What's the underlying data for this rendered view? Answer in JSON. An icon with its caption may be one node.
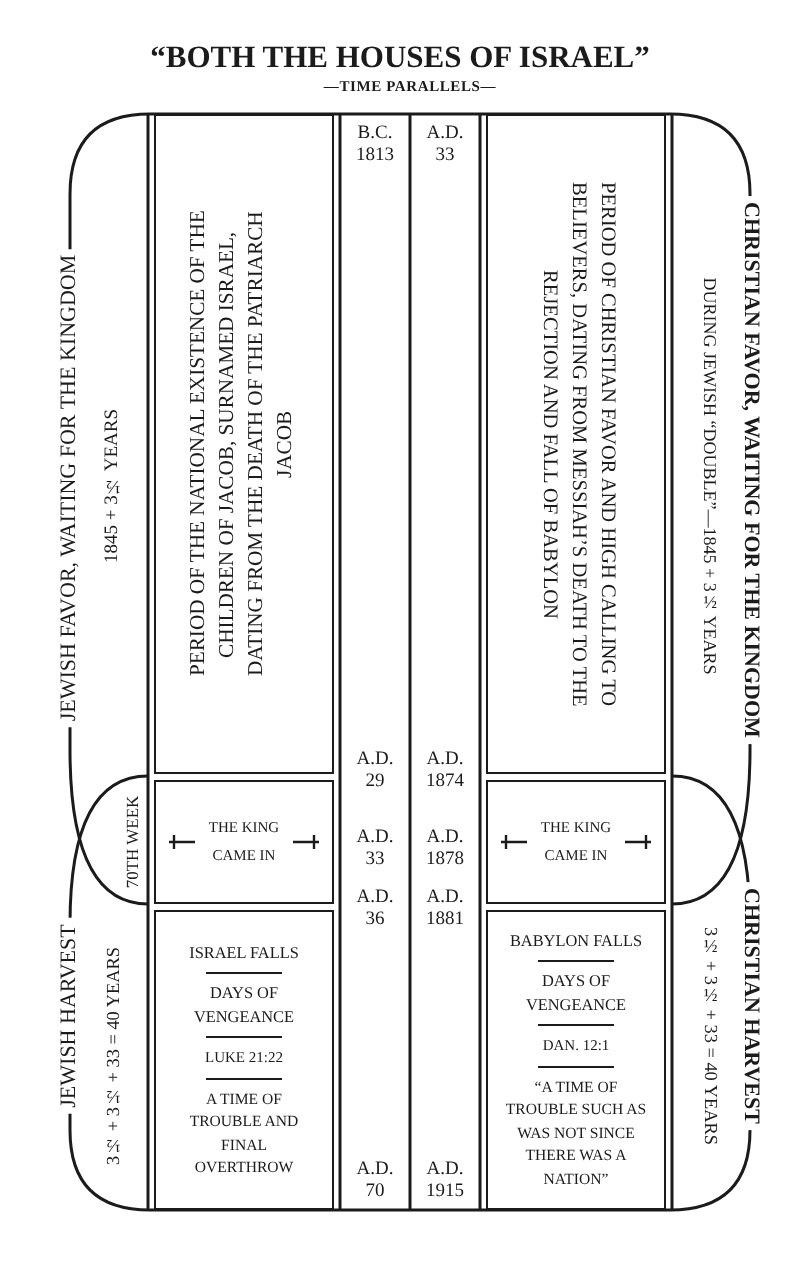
{
  "diagram": {
    "title": "“BOTH THE HOUSES OF ISRAEL”",
    "nodes": [
      {
        "text": [
          "PERIOD OF THE NATIONAL EXISTENCE OF THE CHILDREN OF JACOB, SURNAMED ISRAEL, DATING FROM THE DEATH OF THE PATRIARCH JACOB"
        ]
      },
      {
        "text": [
          "THE KING CAME IN"
        ]
      },
      {
        "text": [
          "ISRAEL FALLS",
          "DAYS OF VENGEANCE",
          "LUKE 21:22",
          "A TIME OF TROUBLE AND FINAL OVERTHROW"
        ]
      },
      {
        "text": [
          "PERIOD OF CHRISTIAN FAVOR AND HIGH CALLING TO BELIEVERS, DATING FROM MESSIAH’S DEATH TO THE REJECTION AND FALL OF BABYLON"
        ]
      },
      {
        "text": [
          "THE KING CAME IN"
        ]
      },
      {
        "text": [
          "BABYLON FALLS",
          "DAYS OF VENGEANCE",
          "DAN. 12:1",
          "“A TIME OF TROUBLE SUCH AS WAS NOT SINCE THERE WAS A NATION”"
        ]
      }
    ],
    "labels": [
      "—TIME PARALLELS—",
      "JEWISH FAVOR, WAITING FOR THE KINGDOM",
      "1845 + 3½ YEARS",
      "70TH WEEK",
      "JEWISH HARVEST",
      "3½ + 3½ + 33 = 40 YEARS",
      "B.C. 1813",
      "A.D. 33",
      "A.D. 29",
      "A.D. 1874",
      "A.D. 33",
      "A.D. 1878",
      "A.D. 36",
      "A.D. 1881",
      "A.D. 70",
      "A.D. 1915",
      "DURING JEWISH “DOUBLE”—1845 + 3½ YEARS",
      "CHRISTIAN FAVOR, WAITING FOR THE KINGDOM",
      "3½ + 3½ + 33 = 40 YEARS",
      "CHRISTIAN HARVEST"
    ]
  }
}
